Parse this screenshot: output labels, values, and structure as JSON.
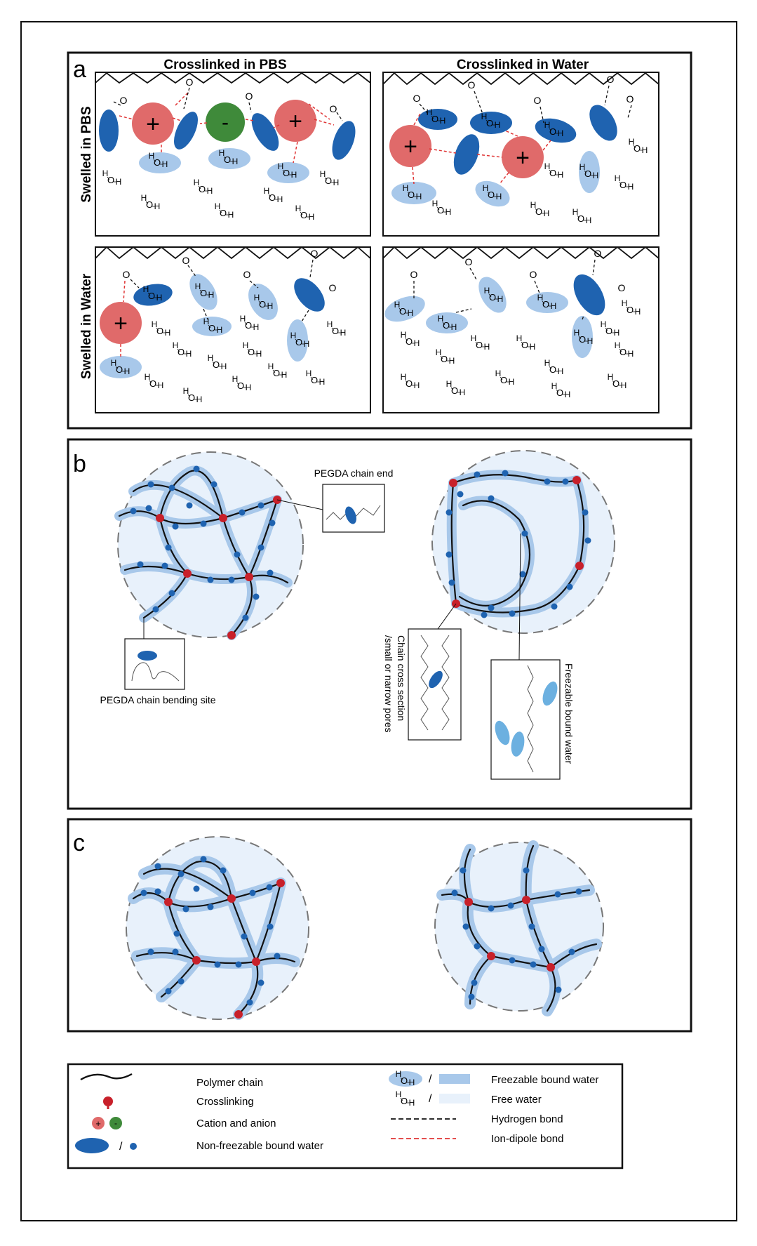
{
  "panels": {
    "a": {
      "letter": "a",
      "col_left": "Crosslinked in PBS",
      "col_right": "Crosslinked in Water",
      "row_top": "Swelled in PBS",
      "row_bottom": "Swelled in Water",
      "cation": "+",
      "anion": "-"
    },
    "b": {
      "letter": "b",
      "inset_chain_end": "PEGDA chain end",
      "inset_bending": "PEGDA chain bending site",
      "inset_cross_section_1": "Chain cross section",
      "inset_cross_section_2": "/small or narrow pores",
      "inset_freezable": "Freezable bound water"
    },
    "c": {
      "letter": "c"
    }
  },
  "legend": {
    "polymer_chain": "Polymer chain",
    "crosslinking": "Crosslinking",
    "cation_anion": "Cation and anion",
    "nonfreezable": "Non-freezable bound water",
    "freezable": "Freezable bound water",
    "free_water": "Free water",
    "hydrogen_bond": "Hydrogen bond",
    "ion_dipole": "Ion-dipole bond",
    "slash": "/",
    "plus": "+",
    "minus": "-"
  },
  "colors": {
    "nonfreezable": "#1f63b0",
    "freezable": "#a8c8ea",
    "free_water": "#e8f1fb",
    "cation": "#e06a6a",
    "anion": "#3f8a3a",
    "crosslink": "#c8202a",
    "ion_dipole": "#e03535"
  }
}
